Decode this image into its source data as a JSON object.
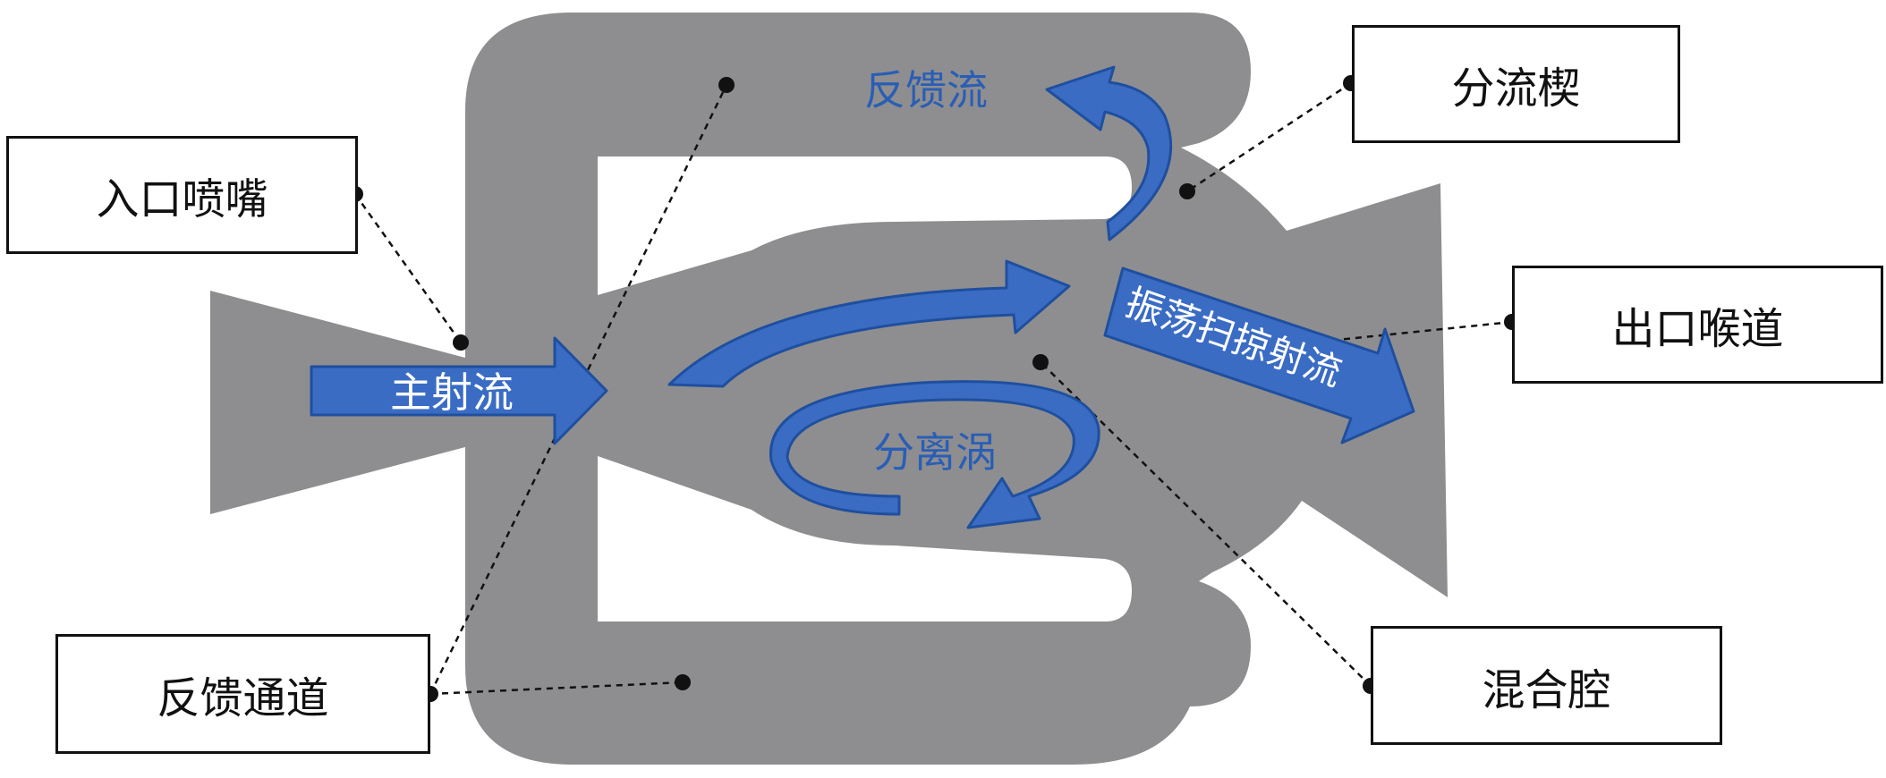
{
  "labels": {
    "inlet_nozzle": "入口喷嘴",
    "feedback_channel": "反馈通道",
    "splitter_wedge": "分流楔",
    "outlet_throat": "出口喉道",
    "mixing_chamber": "混合腔"
  },
  "flow_labels": {
    "main_jet": "主射流",
    "feedback_flow": "反馈流",
    "separation_vortex": "分离涡",
    "oscillating_jet": "振荡扫掠射流"
  },
  "colors": {
    "body_gray": "#8e8e90",
    "arrow_blue": "#3a6cc4",
    "arrow_outline": "#1f4f9e",
    "text_blue": "#2a5eb5",
    "leader_line": "#111111"
  }
}
